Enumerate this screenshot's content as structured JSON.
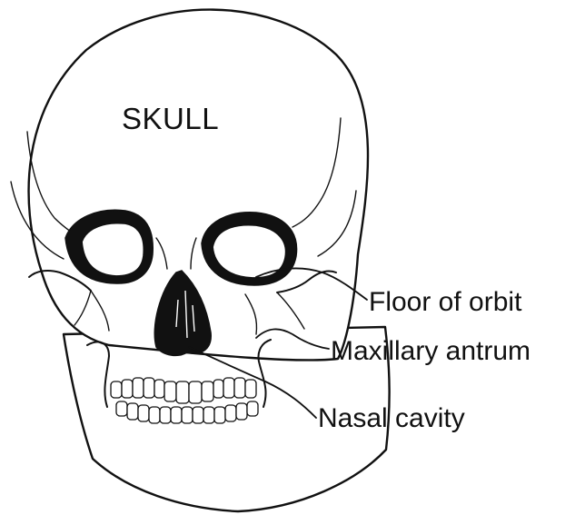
{
  "diagram": {
    "title": "SKULL",
    "labels": {
      "floor_of_orbit": "Floor of orbit",
      "maxillary_antrum": "Maxillary antrum",
      "nasal_cavity": "Nasal cavity"
    }
  }
}
